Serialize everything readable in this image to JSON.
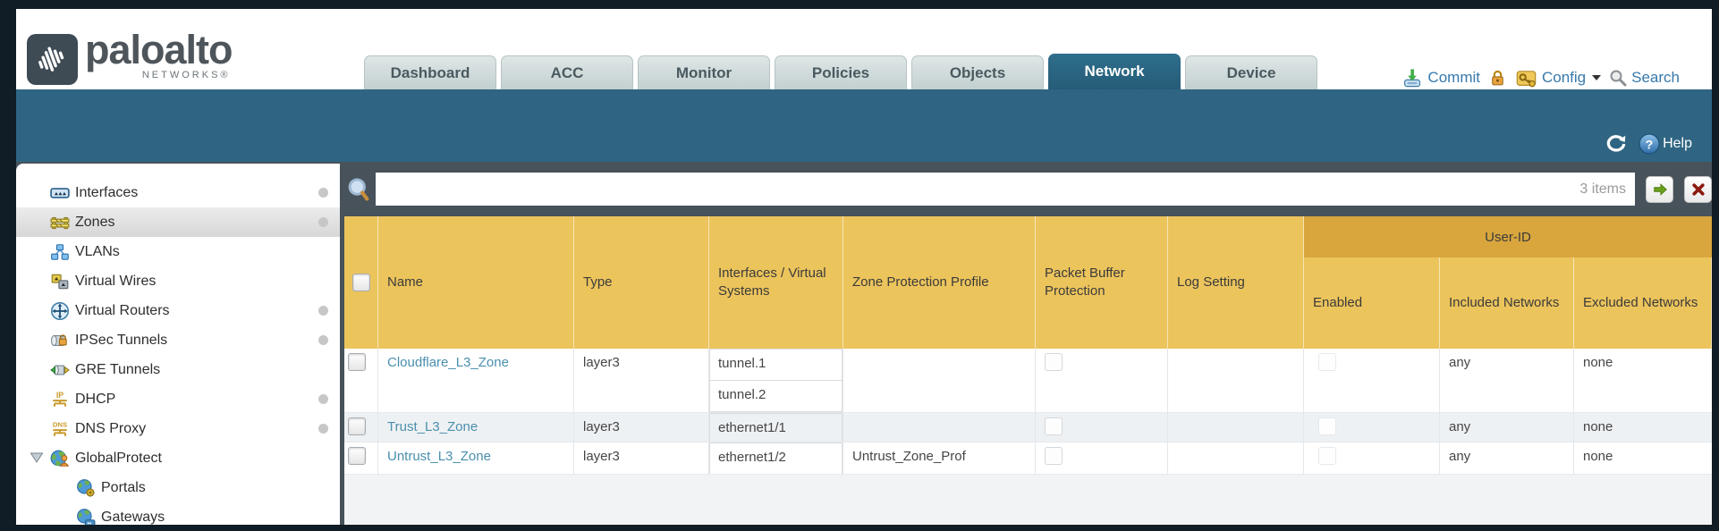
{
  "header": {
    "brand": {
      "word": "paloalto",
      "sub": "NETWORKS®"
    },
    "tabs": [
      {
        "label": "Dashboard",
        "active": false
      },
      {
        "label": "ACC",
        "active": false
      },
      {
        "label": "Monitor",
        "active": false
      },
      {
        "label": "Policies",
        "active": false
      },
      {
        "label": "Objects",
        "active": false
      },
      {
        "label": "Network",
        "active": true
      },
      {
        "label": "Device",
        "active": false
      }
    ],
    "toolbar": {
      "commit": "Commit",
      "config": "Config",
      "search": "Search"
    }
  },
  "subheader": {
    "help": "Help"
  },
  "sidebar": {
    "items": [
      {
        "label": "Interfaces",
        "icon": "interfaces-icon",
        "dot": true
      },
      {
        "label": "Zones",
        "icon": "zones-icon",
        "dot": true,
        "selected": true
      },
      {
        "label": "VLANs",
        "icon": "vlans-icon",
        "dot": false
      },
      {
        "label": "Virtual Wires",
        "icon": "virtual-wires-icon",
        "dot": false
      },
      {
        "label": "Virtual Routers",
        "icon": "virtual-routers-icon",
        "dot": true
      },
      {
        "label": "IPSec Tunnels",
        "icon": "ipsec-tunnels-icon",
        "dot": true
      },
      {
        "label": "GRE Tunnels",
        "icon": "gre-tunnels-icon",
        "dot": false
      },
      {
        "label": "DHCP",
        "icon": "dhcp-icon",
        "dot": true
      },
      {
        "label": "DNS Proxy",
        "icon": "dns-proxy-icon",
        "dot": true
      },
      {
        "label": "GlobalProtect",
        "icon": "globalprotect-icon",
        "dot": false,
        "expanded": true
      },
      {
        "label": "Portals",
        "icon": "portals-icon",
        "dot": false,
        "child": true
      },
      {
        "label": "Gateways",
        "icon": "gateways-icon",
        "dot": false,
        "child": true
      }
    ]
  },
  "filterbar": {
    "value": "",
    "count": "3 items"
  },
  "table": {
    "group_header": "User-ID",
    "columns": [
      {
        "id": "select",
        "label": ""
      },
      {
        "id": "name",
        "label": "Name"
      },
      {
        "id": "type",
        "label": "Type"
      },
      {
        "id": "interfaces",
        "label": "Interfaces / Virtual Systems"
      },
      {
        "id": "zone_protection_profile",
        "label": "Zone Protection Profile"
      },
      {
        "id": "packet_buffer_protection",
        "label": "Packet Buffer Protection"
      },
      {
        "id": "log_setting",
        "label": "Log Setting"
      },
      {
        "id": "enabled",
        "label": "Enabled"
      },
      {
        "id": "included_networks",
        "label": "Included Networks"
      },
      {
        "id": "excluded_networks",
        "label": "Excluded Networks"
      }
    ],
    "rows": [
      {
        "name": "Cloudflare_L3_Zone",
        "type": "layer3",
        "interfaces": [
          "tunnel.1",
          "tunnel.2"
        ],
        "zone_protection_profile": "",
        "packet_buffer_protection": false,
        "log_setting": "",
        "user_id_enabled": false,
        "included_networks": "any",
        "excluded_networks": "none"
      },
      {
        "name": "Trust_L3_Zone",
        "type": "layer3",
        "interfaces": [
          "ethernet1/1"
        ],
        "zone_protection_profile": "",
        "packet_buffer_protection": false,
        "log_setting": "",
        "user_id_enabled": false,
        "included_networks": "any",
        "excluded_networks": "none"
      },
      {
        "name": "Untrust_L3_Zone",
        "type": "layer3",
        "interfaces": [
          "ethernet1/2"
        ],
        "zone_protection_profile": "Untrust_Zone_Prof",
        "packet_buffer_protection": false,
        "log_setting": "",
        "user_id_enabled": false,
        "included_networks": "any",
        "excluded_networks": "none"
      }
    ]
  },
  "colors": {
    "header_orange": "#ecc45c",
    "user_id_band": "#d8a63d",
    "top_band_teal": "#2f6582",
    "active_tab": "#27607c",
    "link_blue": "#4a8fae",
    "toolbar_blue": "#3779ad",
    "filter_strip": "#49545c"
  }
}
